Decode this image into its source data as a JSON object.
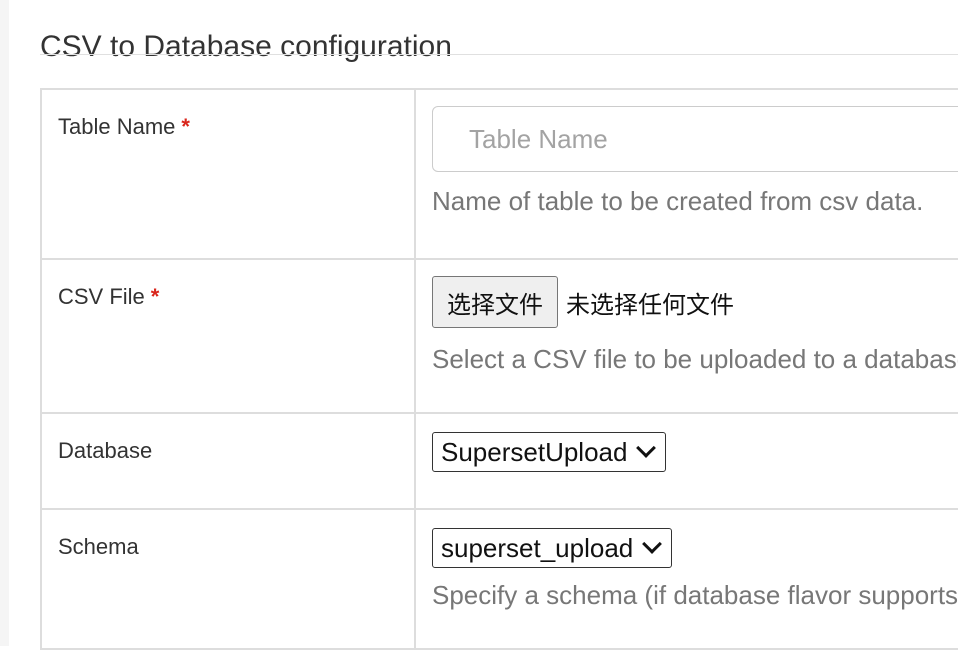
{
  "page": {
    "title": "CSV to Database configuration"
  },
  "form": {
    "table_name": {
      "label": "Table Name",
      "required_mark": "*",
      "placeholder": "Table Name",
      "value": "",
      "help": "Name of table to be created from csv data."
    },
    "csv_file": {
      "label": "CSV File",
      "required_mark": "*",
      "button_label": "选择文件",
      "status": "未选择任何文件",
      "help": "Select a CSV file to be uploaded to a database."
    },
    "database": {
      "label": "Database",
      "selected": "SupersetUpload"
    },
    "schema": {
      "label": "Schema",
      "selected": "superset_upload",
      "help": "Specify a schema (if database flavor supports this)."
    }
  },
  "colors": {
    "required": "#d9261c",
    "border": "#dddddd",
    "help_text": "#777777"
  },
  "icons": {
    "select_chevron": "chevron-down-icon"
  }
}
